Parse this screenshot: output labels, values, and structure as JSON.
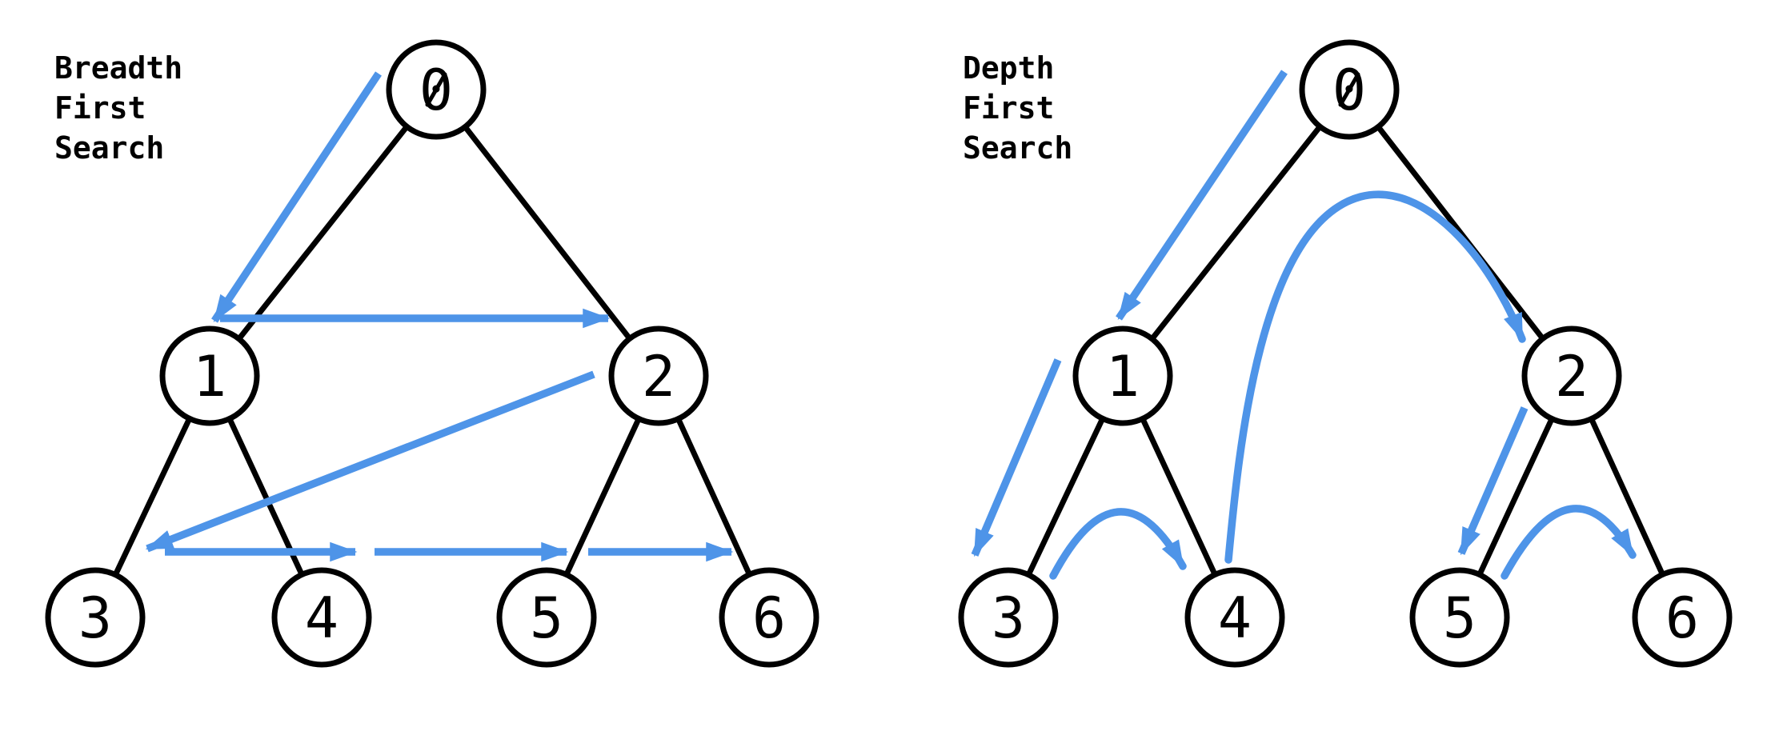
{
  "colors": {
    "arrow_blue": "#4E94E8",
    "line_black": "#000000",
    "node_fill": "#FFFFFF",
    "background": "#FFFFFF"
  },
  "bfs": {
    "title_lines": [
      "Breadth",
      "First",
      "Search"
    ],
    "nodes": [
      {
        "label": "0"
      },
      {
        "label": "1"
      },
      {
        "label": "2"
      },
      {
        "label": "3"
      },
      {
        "label": "4"
      },
      {
        "label": "5"
      },
      {
        "label": "6"
      }
    ],
    "edges": [
      [
        "0",
        "1"
      ],
      [
        "0",
        "2"
      ],
      [
        "1",
        "3"
      ],
      [
        "1",
        "4"
      ],
      [
        "2",
        "5"
      ],
      [
        "2",
        "6"
      ]
    ],
    "traversal_arrows": [
      [
        "0",
        "1"
      ],
      [
        "1",
        "2"
      ],
      [
        "2",
        "3"
      ],
      [
        "3",
        "4"
      ],
      [
        "4",
        "5"
      ],
      [
        "5",
        "6"
      ]
    ]
  },
  "dfs": {
    "title_lines": [
      "Depth",
      "First",
      "Search"
    ],
    "nodes": [
      {
        "label": "0"
      },
      {
        "label": "1"
      },
      {
        "label": "2"
      },
      {
        "label": "3"
      },
      {
        "label": "4"
      },
      {
        "label": "5"
      },
      {
        "label": "6"
      }
    ],
    "edges": [
      [
        "0",
        "1"
      ],
      [
        "0",
        "2"
      ],
      [
        "1",
        "3"
      ],
      [
        "1",
        "4"
      ],
      [
        "2",
        "5"
      ],
      [
        "2",
        "6"
      ]
    ],
    "traversal_arrows": [
      [
        "0",
        "1"
      ],
      [
        "1",
        "3"
      ],
      [
        "3",
        "4"
      ],
      [
        "4",
        "2"
      ],
      [
        "2",
        "5"
      ],
      [
        "5",
        "6"
      ]
    ]
  }
}
